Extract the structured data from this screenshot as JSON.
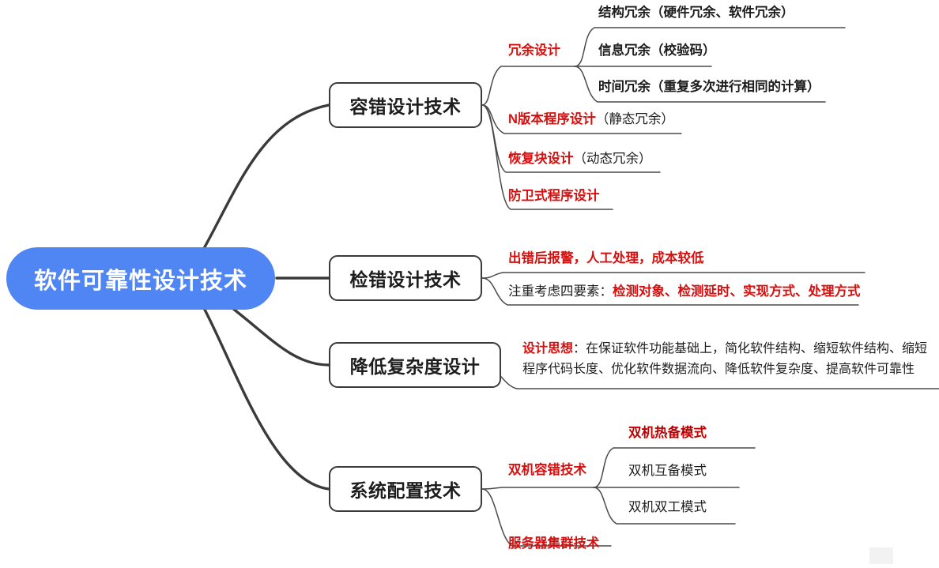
{
  "diagram": {
    "title": "软件可靠性设计技术",
    "type": "mindmap",
    "colors": {
      "root_fill": "#4f86f4",
      "root_text": "#ffffff",
      "node_border": "#3a3a3a",
      "accent_red": "#d60f0f",
      "body_text": "#1d1d1d",
      "connector": "#3a3a3a",
      "sub_connector": "#888888"
    },
    "root": {
      "label": "软件可靠性设计技术"
    },
    "branches": [
      {
        "label": "容错设计技术",
        "children": [
          {
            "label_red": "冗余设计",
            "label_black": "",
            "children": [
              {
                "label_red": "结构冗余（硬件冗余、软件冗余）",
                "label_black": ""
              },
              {
                "label_red": "信息冗余（校验码）",
                "label_black": ""
              },
              {
                "label_red": "时间冗余（重复多次进行相同的计算）",
                "label_black": ""
              }
            ]
          },
          {
            "label_red": "N版本程序设计",
            "label_black": "（静态冗余）",
            "children": []
          },
          {
            "label_red": "恢复块设计",
            "label_black": "（动态冗余）",
            "children": []
          },
          {
            "label_red": "防卫式程序设计",
            "label_black": "",
            "children": []
          }
        ]
      },
      {
        "label": "检错设计技术",
        "children": [
          {
            "label_red": "出错后报警，人工处理，成本较低",
            "label_black": "",
            "children": []
          },
          {
            "label_red": "",
            "label_black": "注重考虑四要素：",
            "label_red_tail": "检测对象、检测延时、实现方式、处理方式",
            "children": []
          }
        ]
      },
      {
        "label": "降低复杂度设计",
        "children": [
          {
            "label_red": "设计思想",
            "label_black": "：在保证软件功能基础上，简化软件结构、缩短软件结构、缩短程序代码长度、优化软件数据流向、降低软件复杂度、提高软件可靠性",
            "children": []
          }
        ]
      },
      {
        "label": "系统配置技术",
        "children": [
          {
            "label_red": "双机容错技术",
            "label_black": "",
            "children": [
              {
                "label_red": "双机热备模式",
                "label_black": ""
              },
              {
                "label_red": "",
                "label_black": "双机互备模式"
              },
              {
                "label_red": "",
                "label_black": "双机双工模式"
              }
            ]
          },
          {
            "label_red": "服务器集群技术",
            "label_black": "",
            "children": []
          }
        ]
      }
    ]
  }
}
